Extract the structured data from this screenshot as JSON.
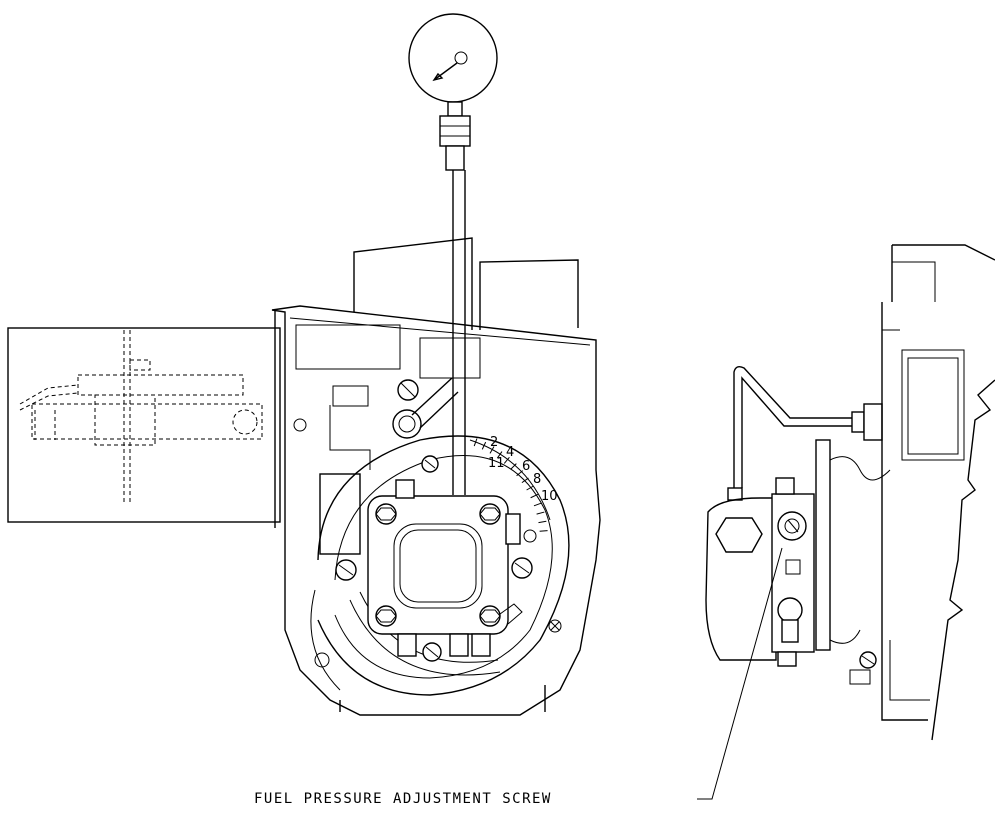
{
  "callout": {
    "label": "FUEL PRESSURE ADJUSTMENT SCREW"
  },
  "dial": {
    "numbers": [
      "2",
      "4",
      "6",
      "8",
      "10",
      "11"
    ]
  }
}
